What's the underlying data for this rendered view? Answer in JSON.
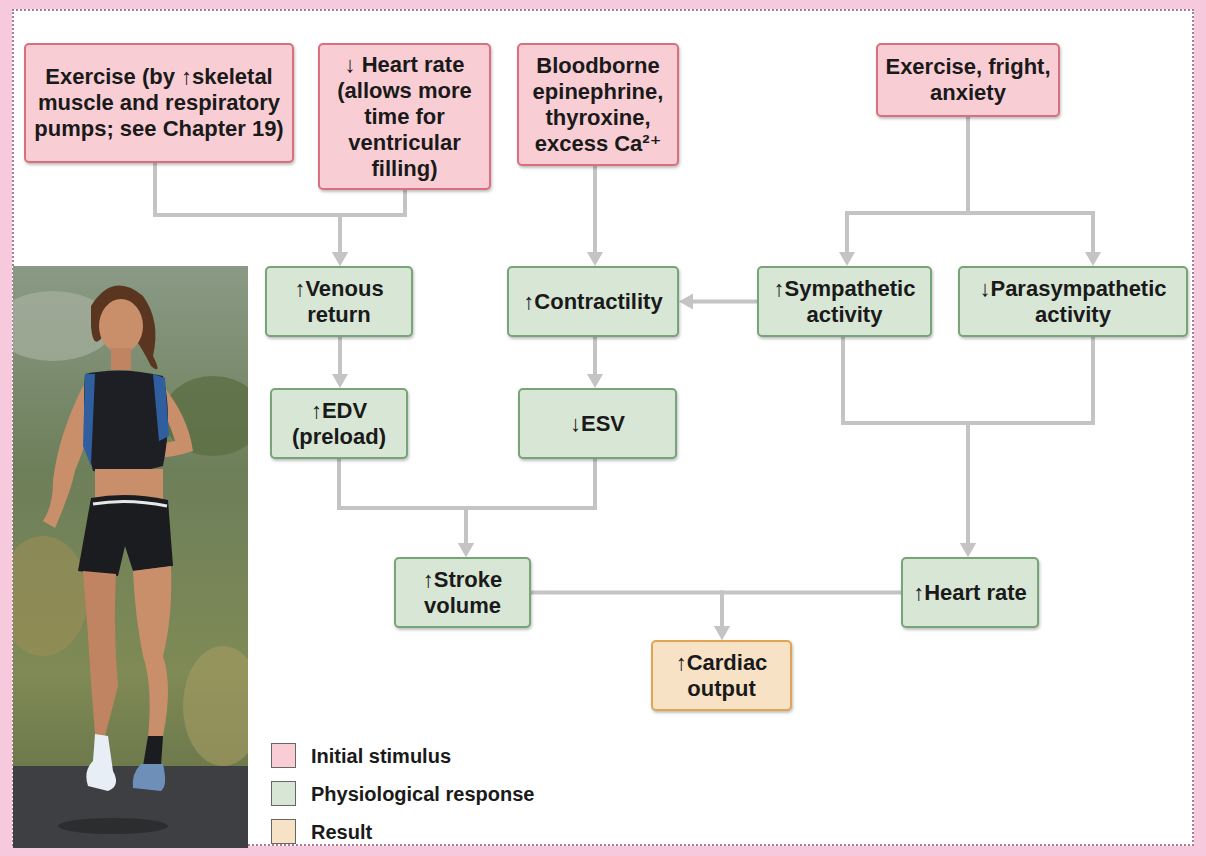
{
  "diagram": {
    "nodes": [
      {
        "text": [
          "Exercise (by ↑skeletal muscle and respiratory pumps; see Chapter 19)"
        ]
      },
      {
        "text": [
          "↓ Heart rate (allows more time for ventricular filling)"
        ]
      },
      {
        "text": [
          "Bloodborne epinephrine, thyroxine, excess Ca²⁺"
        ]
      },
      {
        "text": [
          "Exercise, fright, anxiety"
        ]
      },
      {
        "text": [
          "↑Venous return"
        ]
      },
      {
        "text": [
          "↑Contractility"
        ]
      },
      {
        "text": [
          "↑Sympathetic activity"
        ]
      },
      {
        "text": [
          "↓Parasympathetic activity"
        ]
      },
      {
        "text": [
          "↑EDV (preload)"
        ]
      },
      {
        "text": [
          "↓ESV"
        ]
      },
      {
        "text": [
          "↑Stroke volume"
        ]
      },
      {
        "text": [
          "↑Heart rate"
        ]
      },
      {
        "text": [
          "↑Cardiac output"
        ]
      }
    ],
    "edges": [
      {
        "from": 0,
        "to": 4,
        "arrow": "to"
      },
      {
        "from": 1,
        "to": 4,
        "arrow": "to"
      },
      {
        "from": 2,
        "to": 5,
        "arrow": "to"
      },
      {
        "from": 3,
        "to": 6,
        "arrow": "to"
      },
      {
        "from": 3,
        "to": 7,
        "arrow": "to"
      },
      {
        "from": 6,
        "to": 5,
        "arrow": "to"
      },
      {
        "from": 4,
        "to": 8,
        "arrow": "to"
      },
      {
        "from": 5,
        "to": 9,
        "arrow": "to"
      },
      {
        "from": 8,
        "to": 10,
        "arrow": "to"
      },
      {
        "from": 9,
        "to": 10,
        "arrow": "to"
      },
      {
        "from": 6,
        "to": 11,
        "arrow": "to"
      },
      {
        "from": 7,
        "to": 11,
        "arrow": "to"
      },
      {
        "from": 10,
        "to": 12,
        "arrow": "to"
      },
      {
        "from": 11,
        "to": 12,
        "arrow": "to"
      }
    ],
    "legend": [
      {
        "text": "Initial stimulus",
        "color": "#f9cdd4"
      },
      {
        "text": "Physiological response",
        "color": "#d8e6d5"
      },
      {
        "text": "Result",
        "color": "#f8e2c5"
      }
    ]
  }
}
